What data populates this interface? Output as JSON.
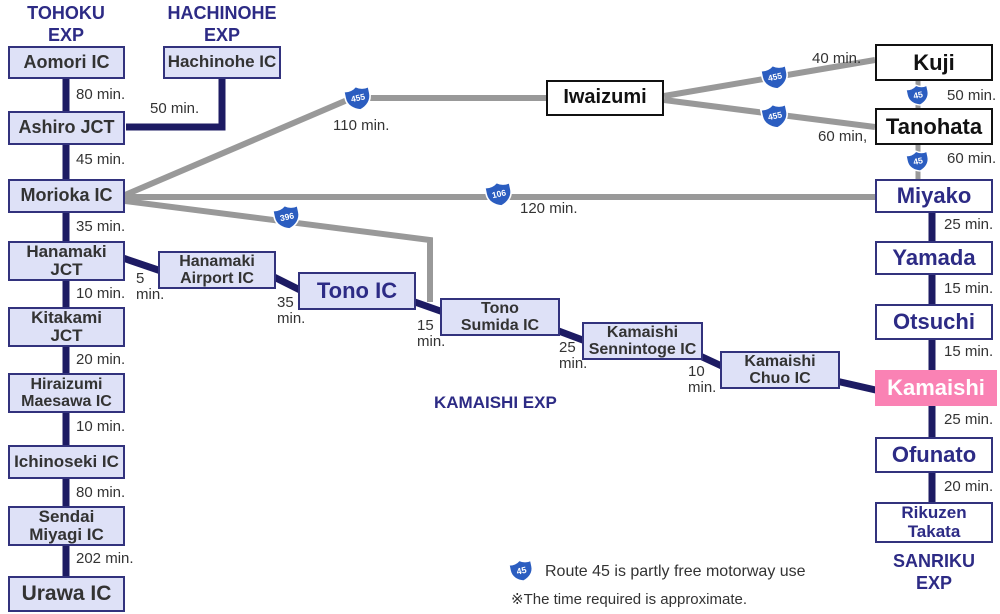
{
  "headers": {
    "tohoku": "TOHOKU\nEXP",
    "hachinohe": "HACHINOHE\nEXP",
    "sanriku": "SANRIKU\nEXP",
    "kamaishi_exp": "KAMAISHI EXP"
  },
  "nodes": {
    "aomori": "Aomori IC",
    "ashiro": "Ashiro JCT",
    "morioka": "Morioka IC",
    "hanamaki_jct": "Hanamaki\nJCT",
    "kitakami": "Kitakami\nJCT",
    "hiraizumi": "Hiraizumi\nMaesawa IC",
    "ichinoseki": "Ichinoseki IC",
    "sendai": "Sendai\nMiyagi IC",
    "urawa": "Urawa IC",
    "hachinohe_ic": "Hachinohe IC",
    "hanamaki_airport": "Hanamaki\nAirport IC",
    "tono": "Tono IC",
    "tono_sumida": "Tono\nSumida IC",
    "sennintoge": "Kamaishi\nSennintoge IC",
    "chuo": "Kamaishi\nChuo IC",
    "iwaizumi": "Iwaizumi",
    "kuji": "Kuji",
    "tanohata": "Tanohata",
    "miyako": "Miyako",
    "yamada": "Yamada",
    "otsuchi": "Otsuchi",
    "kamaishi": "Kamaishi",
    "ofunato": "Ofunato",
    "rikuzen": "Rikuzen\nTakata"
  },
  "times": {
    "aomori_ashiro": "80 min.",
    "ashiro_morioka": "45 min.",
    "morioka_hanamaki": "35 min.",
    "hanamaki_kitakami": "10 min.",
    "kitakami_hiraizumi": "20 min.",
    "hiraizumi_ichinoseki": "10 min.",
    "ichinoseki_sendai": "80 min.",
    "sendai_urawa": "202 min.",
    "hachinohe_ashiro": "50 min.",
    "morioka_iwaizumi": "110 min.",
    "morioka_miyako": "120 min.",
    "iwaizumi_kuji": "40 min.",
    "iwaizumi_tanohata": "60 min,",
    "kuji_tanohata": "50 min.",
    "tanohata_miyako": "60 min.",
    "miyako_yamada": "25 min.",
    "yamada_otsuchi": "15 min.",
    "otsuchi_kamaishi": "15 min.",
    "kamaishi_ofunato": "25 min.",
    "ofunato_rikuzen": "20 min.",
    "hanamaki_airport": "5\nmin.",
    "airport_tono": "35\nmin.",
    "tono_sumida": "15\nmin.",
    "sumida_sennintoge": "25\nmin.",
    "sennintoge_chuo": "10\nmin."
  },
  "badges": {
    "r455": "455",
    "r106": "106",
    "r396": "396",
    "r45": "45"
  },
  "notes": {
    "route45": "Route 45 is partly free motorway use",
    "approx": "※The time required is approximate."
  },
  "colors": {
    "navy_line": "#1d1b63",
    "gray_line": "#999999",
    "lavender_fill": "#dee1f7",
    "navy_border": "#32327d",
    "pink_fill": "#fa82b4",
    "badge_blue": "#2b5dc0",
    "navy_text": "#2d2b85"
  }
}
